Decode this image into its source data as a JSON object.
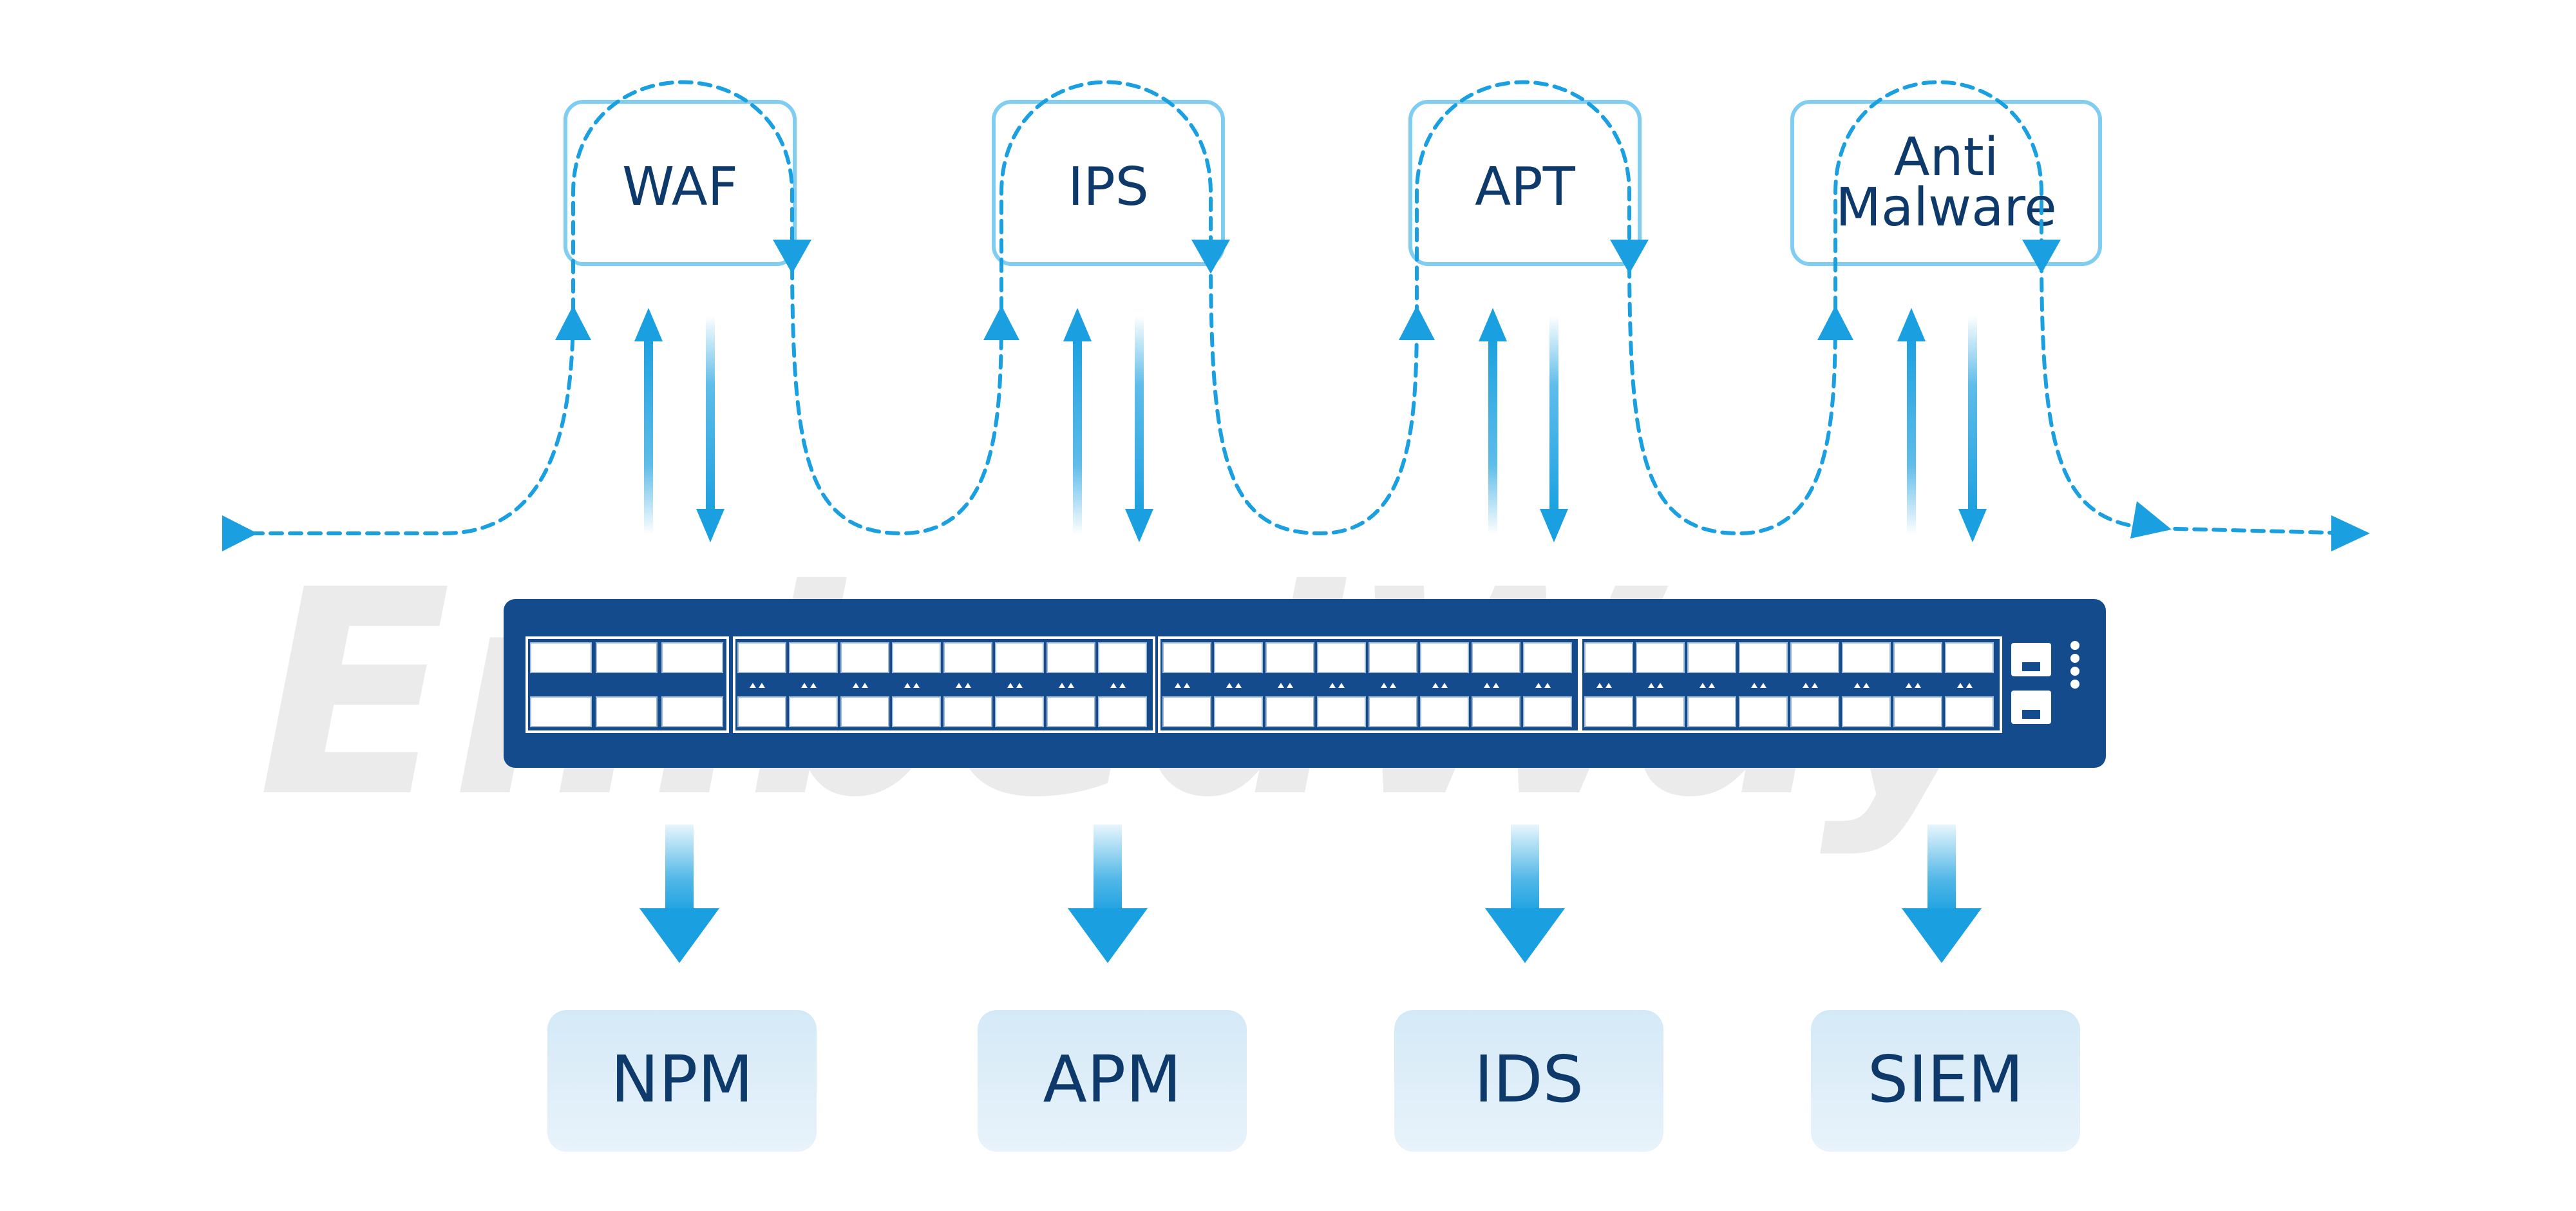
{
  "watermark": "EmbedWay",
  "security_tools": [
    {
      "id": "waf",
      "lines": [
        "WAF"
      ]
    },
    {
      "id": "ips",
      "lines": [
        "IPS"
      ]
    },
    {
      "id": "apt",
      "lines": [
        "APT"
      ]
    },
    {
      "id": "anti-malware",
      "lines": [
        "Anti",
        "Malware"
      ]
    }
  ],
  "monitoring_tools": [
    {
      "id": "npm",
      "label": "NPM"
    },
    {
      "id": "apm",
      "label": "APM"
    },
    {
      "id": "ids",
      "label": "IDS"
    },
    {
      "id": "siem",
      "label": "SIEM"
    }
  ],
  "colors": {
    "navy": "#0e3a6b",
    "switch_body": "#134b8c",
    "accent_cyan": "#1aa0e0",
    "light_box_stroke": "#7fcdf0",
    "monitor_fill": "#dcedf8",
    "watermark": "#ebebeb"
  }
}
